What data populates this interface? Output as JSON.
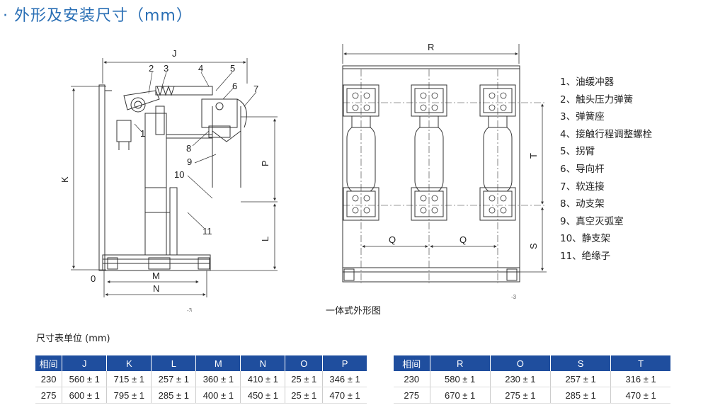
{
  "title": "· 外形及安装尺寸（mm）",
  "side_view": {
    "dims": {
      "J": "J",
      "K": "K",
      "L": "L",
      "M": "M",
      "N": "N",
      "P": "P",
      "zero": "0"
    },
    "callouts": [
      "1",
      "2",
      "3",
      "4",
      "5",
      "6",
      "7",
      "8",
      "9",
      "10",
      "11"
    ],
    "mark": "-3"
  },
  "front_view": {
    "dims": {
      "R": "R",
      "T": "T",
      "S": "S",
      "Q1": "Q",
      "Q2": "Q"
    },
    "mark": "-3",
    "caption": "一体式外形图"
  },
  "legend": [
    "1、油缓冲器",
    "2、触头压力弹簧",
    "3、弹簧座",
    "4、接触行程调整螺栓",
    "5、拐臂",
    "6、导向杆",
    "7、软连接",
    "8、动支架",
    "9、真空灭弧室",
    "10、静支架",
    "11、绝缘子"
  ],
  "unit_label": "尺寸表单位 (mm)",
  "table1": {
    "headers": [
      "相间",
      "J",
      "K",
      "L",
      "M",
      "N",
      "O",
      "P"
    ],
    "rows": [
      [
        "230",
        "560 ± 1",
        "715 ± 1",
        "257 ± 1",
        "360 ± 1",
        "410 ± 1",
        "25 ± 1",
        "346 ± 1"
      ],
      [
        "275",
        "600 ± 1",
        "795 ± 1",
        "285 ± 1",
        "400 ± 1",
        "450 ± 1",
        "25 ± 1",
        "470 ± 1"
      ]
    ]
  },
  "table2": {
    "headers": [
      "相间",
      "R",
      "O",
      "S",
      "T"
    ],
    "rows": [
      [
        "230",
        "580 ± 1",
        "230 ± 1",
        "257 ± 1",
        "316 ± 1"
      ],
      [
        "275",
        "670 ± 1",
        "275 ± 1",
        "285 ± 1",
        "470 ± 1"
      ]
    ]
  },
  "colors": {
    "title": "#2a6fb5",
    "table_header": "#1f4e9e"
  }
}
